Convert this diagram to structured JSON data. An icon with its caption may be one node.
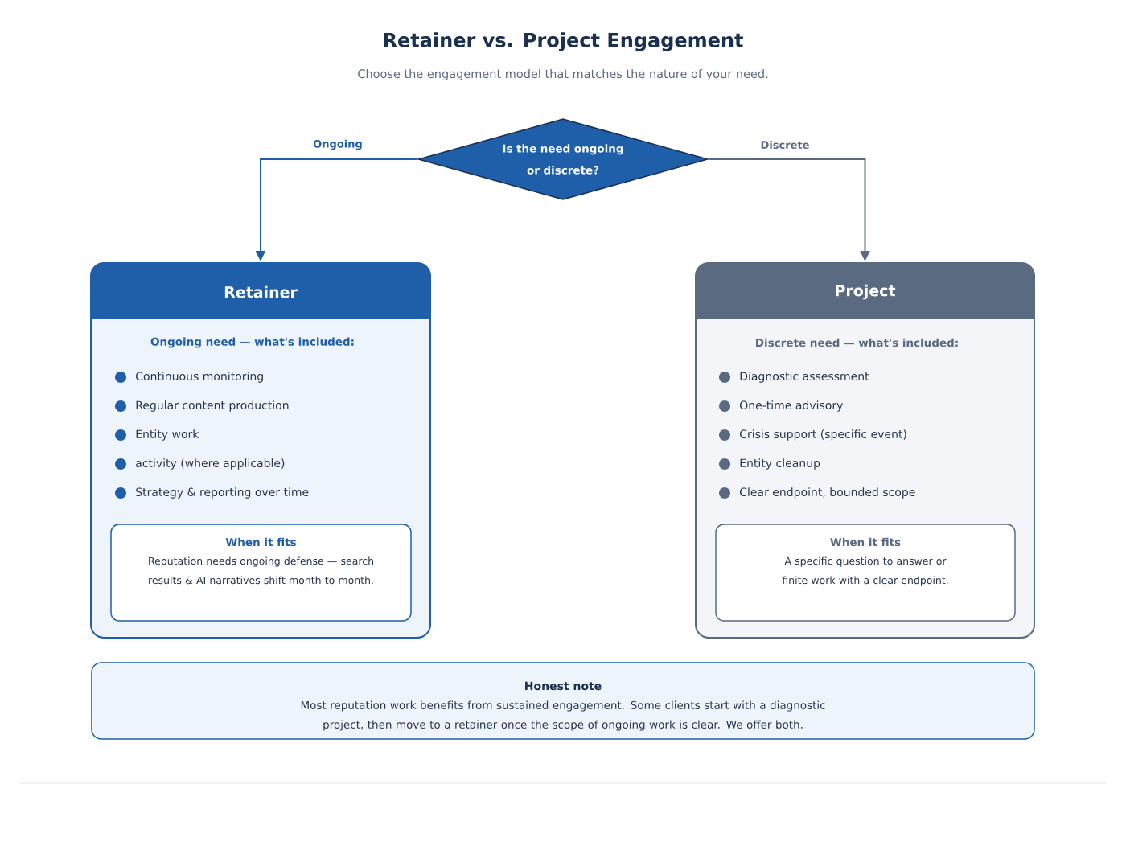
{
  "diagram": {
    "title": "Retainer vs. Project Engagement",
    "caption": "Choose the engagement model that matches the nature of your need.",
    "nodes": [
      {
        "text": [
          "Is the need ongoing or discrete?"
        ]
      },
      {
        "text": [
          "Retainer",
          "Ongoing need — what's included:",
          "Continuous monitoring",
          "Regular content production",
          "Entity work",
          "activity (where applicable)",
          "Strategy & reporting over time"
        ]
      },
      {
        "text": [
          "When it fits",
          "Reputation needs ongoing defense — search results & AI narratives shift month to month."
        ],
        "in": 1
      },
      {
        "text": [
          "Project",
          "Discrete need — what's included:",
          "Diagnostic assessment",
          "One-time advisory",
          "Crisis support (specific event)",
          "Entity cleanup",
          "Clear endpoint, bounded scope"
        ]
      },
      {
        "text": [
          "When it fits",
          "A specific question to answer or finite work with a clear endpoint."
        ],
        "in": 3
      },
      {
        "text": [
          "Honest note",
          "Most reputation work benefits from sustained engagement. Some clients start with a diagnostic project, then move to a retainer once the scope of ongoing work is clear. We offer both."
        ]
      }
    ],
    "edges": [
      {
        "from": 0,
        "to": 1,
        "arrow": "to",
        "label": "Ongoing",
        "color": "#1f5ea8"
      },
      {
        "from": 0,
        "to": 3,
        "arrow": "to",
        "label": "Discrete",
        "color": "#5a6a80"
      }
    ]
  }
}
